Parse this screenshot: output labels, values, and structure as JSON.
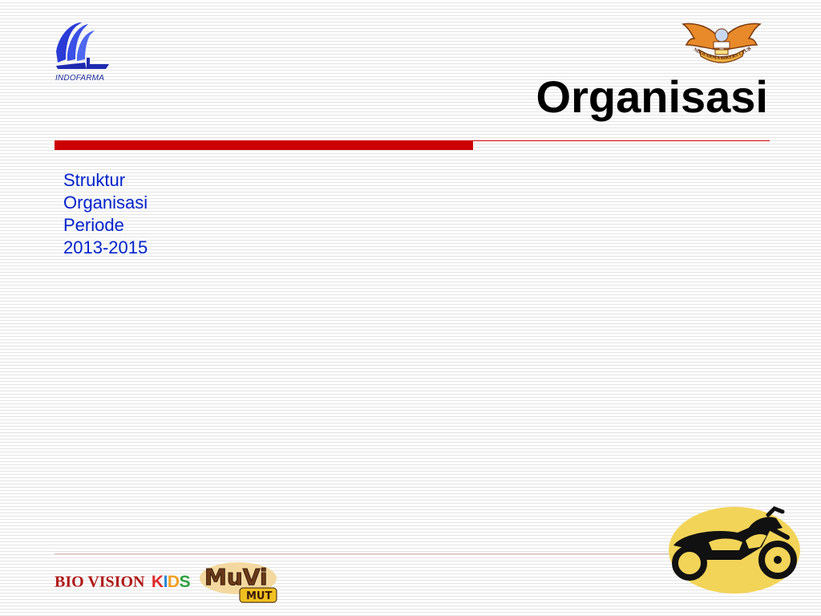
{
  "header": {
    "title": "Organisasi",
    "left_logo": {
      "caption": "INDOFARMA",
      "icon": "indofarma-logo-icon"
    },
    "right_logo": {
      "text": "INDOFARMA BIKERS CLUB",
      "icon": "bikers-club-emblem-icon"
    }
  },
  "body": {
    "lines": [
      "Struktur",
      "Organisasi",
      "Periode",
      "2013-2015"
    ]
  },
  "footer": {
    "brand_biovision": "BIO VISION",
    "brand_kids": "KIDS",
    "brand_muvi": "MuVi",
    "brand_muvi_sub": "MUT",
    "decoration": "motorcycle-icon"
  },
  "colors": {
    "title": "#000000",
    "body_text": "#0022cc",
    "accent_red": "#cc0000",
    "logo_blue": "#2233cc",
    "motorcycle_bg": "#f2d458"
  }
}
